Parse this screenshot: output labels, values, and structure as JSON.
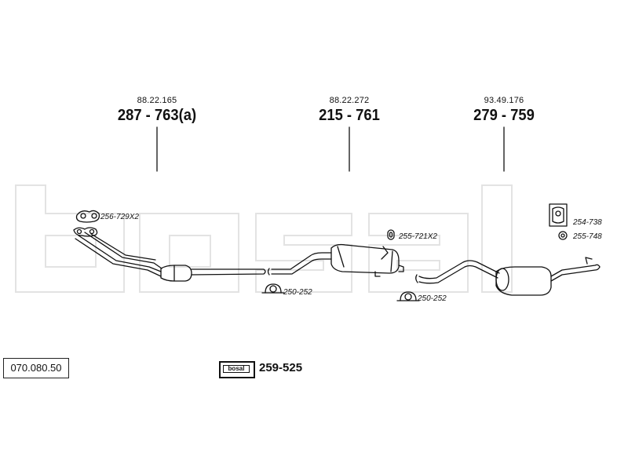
{
  "diagram": {
    "watermark_text": "bosal",
    "catalog_number": "070.080.50",
    "kit": {
      "logo_text": "bosal",
      "number": "259-525"
    },
    "parts": [
      {
        "id": "front-pipe",
        "oem_ref": "88.22.165",
        "part_no": "287 - 763(a)"
      },
      {
        "id": "middle-silencer",
        "oem_ref": "88.22.272",
        "part_no": "215 - 761"
      },
      {
        "id": "rear-silencer",
        "oem_ref": "93.49.176",
        "part_no": "279 - 759"
      }
    ],
    "fittings": [
      {
        "id": "gasket",
        "label": "256-729X2"
      },
      {
        "id": "rubber-mount",
        "label": "255-721X2"
      },
      {
        "id": "clamp-1",
        "label": "250-252"
      },
      {
        "id": "clamp-2",
        "label": "250-252"
      },
      {
        "id": "bracket",
        "label": "254-738"
      },
      {
        "id": "ring",
        "label": "255-748"
      }
    ]
  }
}
